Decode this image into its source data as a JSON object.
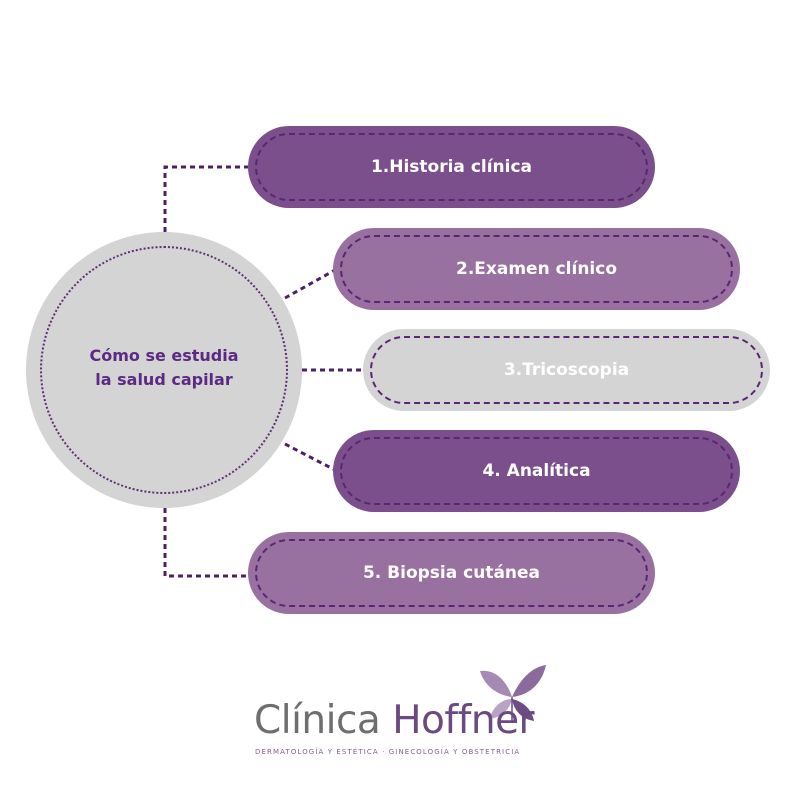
{
  "hub": {
    "line1": "Cómo se estudia",
    "line2": "la salud capilar"
  },
  "steps": [
    {
      "label": "1.Historia clínica"
    },
    {
      "label": "2.Examen clínico"
    },
    {
      "label": "3.Tricoscopia"
    },
    {
      "label": "4. Analítica"
    },
    {
      "label": "5. Biopsia cutánea"
    }
  ],
  "logo": {
    "word1": "Clínica",
    "word2": "Hoffner",
    "tagline": "DERMATOLOGÍA Y ESTÉTICA · GINECOLOGÍA Y OBSTETRICIA"
  },
  "colors": {
    "dark_purple": "#7a4f8b",
    "light_purple": "#9871a0",
    "gray": "#d4d4d4",
    "text_purple": "#5c2a84"
  }
}
